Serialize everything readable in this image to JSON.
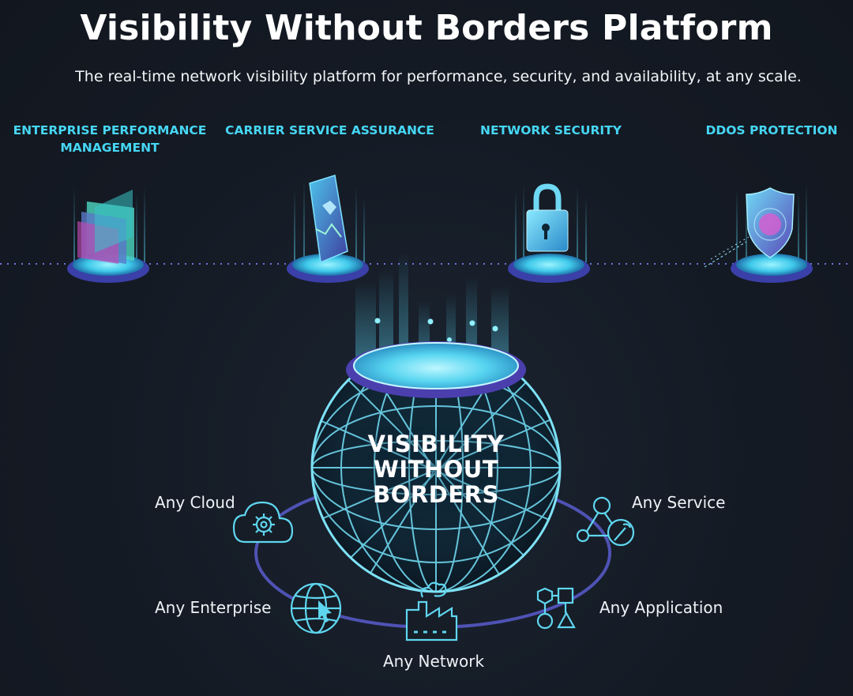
{
  "header": {
    "title": "Visibility Without Borders Platform",
    "subtitle": "The real-time network visibility platform for performance, security, and availability, at any scale."
  },
  "solutions": [
    {
      "label_line1": "ENTERPRISE PERFORMANCE",
      "label_line2": "MANAGEMENT",
      "icon": "chart-layers-icon"
    },
    {
      "label_line1": "CARRIER SERVICE ASSURANCE",
      "label_line2": "",
      "icon": "mobile-phone-icon"
    },
    {
      "label_line1": "NETWORK SECURITY",
      "label_line2": "",
      "icon": "padlock-icon"
    },
    {
      "label_line1": "DDoS PROTECTION",
      "label_line2": "",
      "icon": "shield-icon"
    }
  ],
  "center": {
    "line1": "VISIBILITY",
    "line2": "WITHOUT",
    "line3": "BORDERS"
  },
  "ring": {
    "cloud": "Any Cloud",
    "service": "Any Service",
    "enterprise": "Any Enterprise",
    "application": "Any Application",
    "network": "Any Network"
  },
  "colors": {
    "background": "#141a24",
    "accent_cyan": "#46d6f4",
    "ring_purple": "#5a5fbf",
    "text": "#ffffff"
  }
}
